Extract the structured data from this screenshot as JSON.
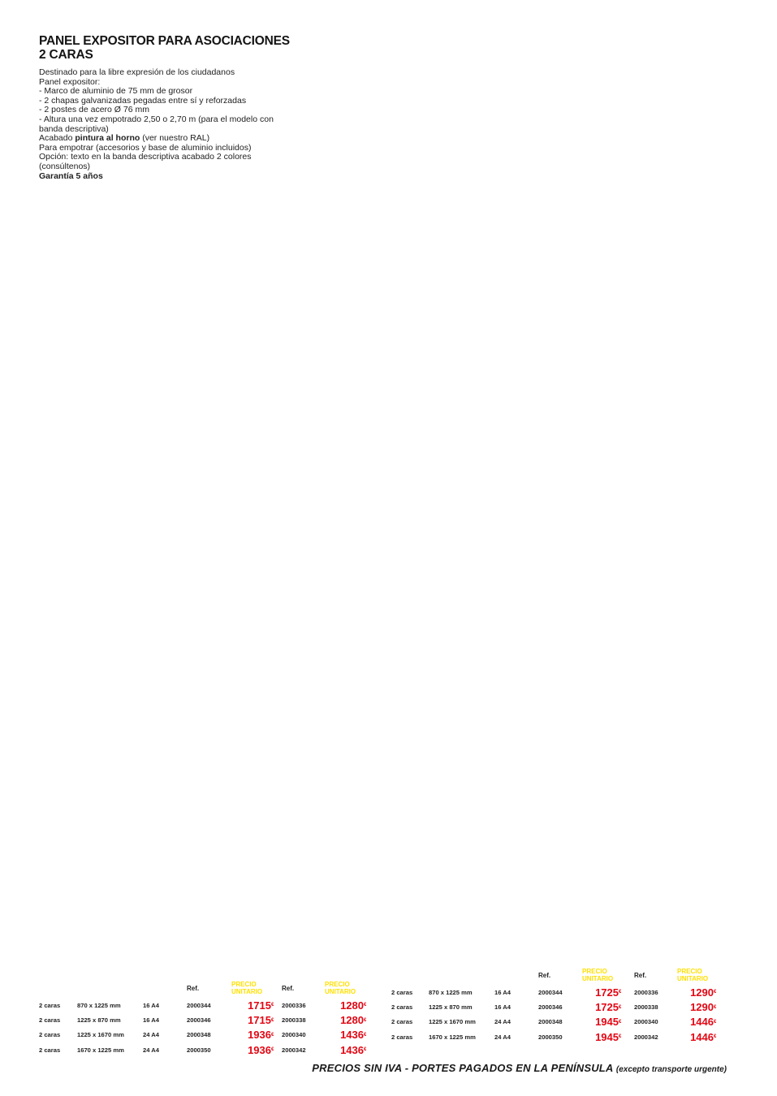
{
  "product": {
    "title_line1": "PANEL EXPOSITOR PARA ASOCIACIONES",
    "title_line2": "2 CARAS"
  },
  "description": {
    "line1": "Destinado para la libre expresión de los ciudadanos",
    "line2": "Panel expositor:",
    "line3": "- Marco de aluminio de 75 mm de grosor",
    "line4": "- 2 chapas galvanizadas pegadas entre sí y reforzadas",
    "line5": "- 2 postes de acero Ø 76 mm",
    "line6": "- Altura una vez empotrado 2,50 o 2,70 m (para el modelo con banda descriptiva)",
    "finish_prefix": "Acabado ",
    "finish_bold": "pintura al horno",
    "finish_suffix": " (ver nuestro RAL)",
    "line8": "Para empotrar (accesorios y base de aluminio incluidos)",
    "line9": "Opción: texto en la banda descriptiva acabado 2 colores (consúltenos)",
    "warranty": "Garantía 5 años"
  },
  "price_tables": {
    "headers": {
      "ref": "Ref.",
      "precio_line1": "PRECIO",
      "precio_line2": "UNITARIO"
    },
    "currency": "€",
    "left": {
      "rows": [
        {
          "faces": "2 caras",
          "size": "870 x 1225 mm",
          "capacity": "16 A4",
          "ref_a": "2000344",
          "price_a": "1715",
          "ref_b": "2000336",
          "price_b": "1280"
        },
        {
          "faces": "2 caras",
          "size": "1225 x 870 mm",
          "capacity": "16 A4",
          "ref_a": "2000346",
          "price_a": "1715",
          "ref_b": "2000338",
          "price_b": "1280"
        },
        {
          "faces": "2 caras",
          "size": "1225 x 1670 mm",
          "capacity": "24 A4",
          "ref_a": "2000348",
          "price_a": "1936",
          "ref_b": "2000340",
          "price_b": "1436"
        },
        {
          "faces": "2 caras",
          "size": "1670 x 1225 mm",
          "capacity": "24 A4",
          "ref_a": "2000350",
          "price_a": "1936",
          "ref_b": "2000342",
          "price_b": "1436"
        }
      ]
    },
    "right": {
      "rows": [
        {
          "faces": "2 caras",
          "size": "870 x 1225 mm",
          "capacity": "16 A4",
          "ref_a": "2000344",
          "price_a": "1725",
          "ref_b": "2000336",
          "price_b": "1290"
        },
        {
          "faces": "2 caras",
          "size": "1225 x 870 mm",
          "capacity": "16 A4",
          "ref_a": "2000346",
          "price_a": "1725",
          "ref_b": "2000338",
          "price_b": "1290"
        },
        {
          "faces": "2 caras",
          "size": "1225 x 1670 mm",
          "capacity": "24 A4",
          "ref_a": "2000348",
          "price_a": "1945",
          "ref_b": "2000340",
          "price_b": "1446"
        },
        {
          "faces": "2 caras",
          "size": "1670 x 1225 mm",
          "capacity": "24 A4",
          "ref_a": "2000350",
          "price_a": "1945",
          "ref_b": "2000342",
          "price_b": "1446"
        }
      ]
    }
  },
  "footer": {
    "main": "PRECIOS SIN IVA - PORTES PAGADOS EN LA PENÍNSULA",
    "note": "(excepto transporte urgente)"
  },
  "colors": {
    "price_red": "#e30613",
    "header_yellow": "#ffe000",
    "text": "#1a1a1a"
  }
}
